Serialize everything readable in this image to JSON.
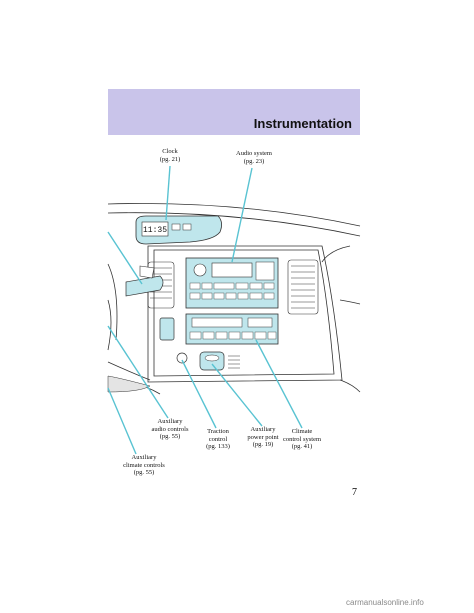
{
  "header": {
    "title": "Instrumentation"
  },
  "callouts": {
    "clock": [
      "Clock",
      "(pg. 21)"
    ],
    "audio_system": [
      "Audio system",
      "(pg. 23)"
    ],
    "aux_audio": [
      "Auxiliary",
      "audio controls",
      "(pg. 55)"
    ],
    "traction": [
      "Traction",
      "control",
      "(pg. 133)"
    ],
    "aux_power": [
      "Auxiliary",
      "power point",
      "(pg. 19)"
    ],
    "climate": [
      "Climate",
      "control system",
      "(pg. 41)"
    ],
    "aux_climate": [
      "Auxiliary",
      "climate controls",
      "(pg. 55)"
    ]
  },
  "clock_display": "11:35",
  "page_number": "7",
  "watermark": "carmanualsonline.info",
  "colors": {
    "header_band": "#c9c4ea",
    "highlight": "#bfe6ec",
    "leader_line": "#59c3d2"
  }
}
